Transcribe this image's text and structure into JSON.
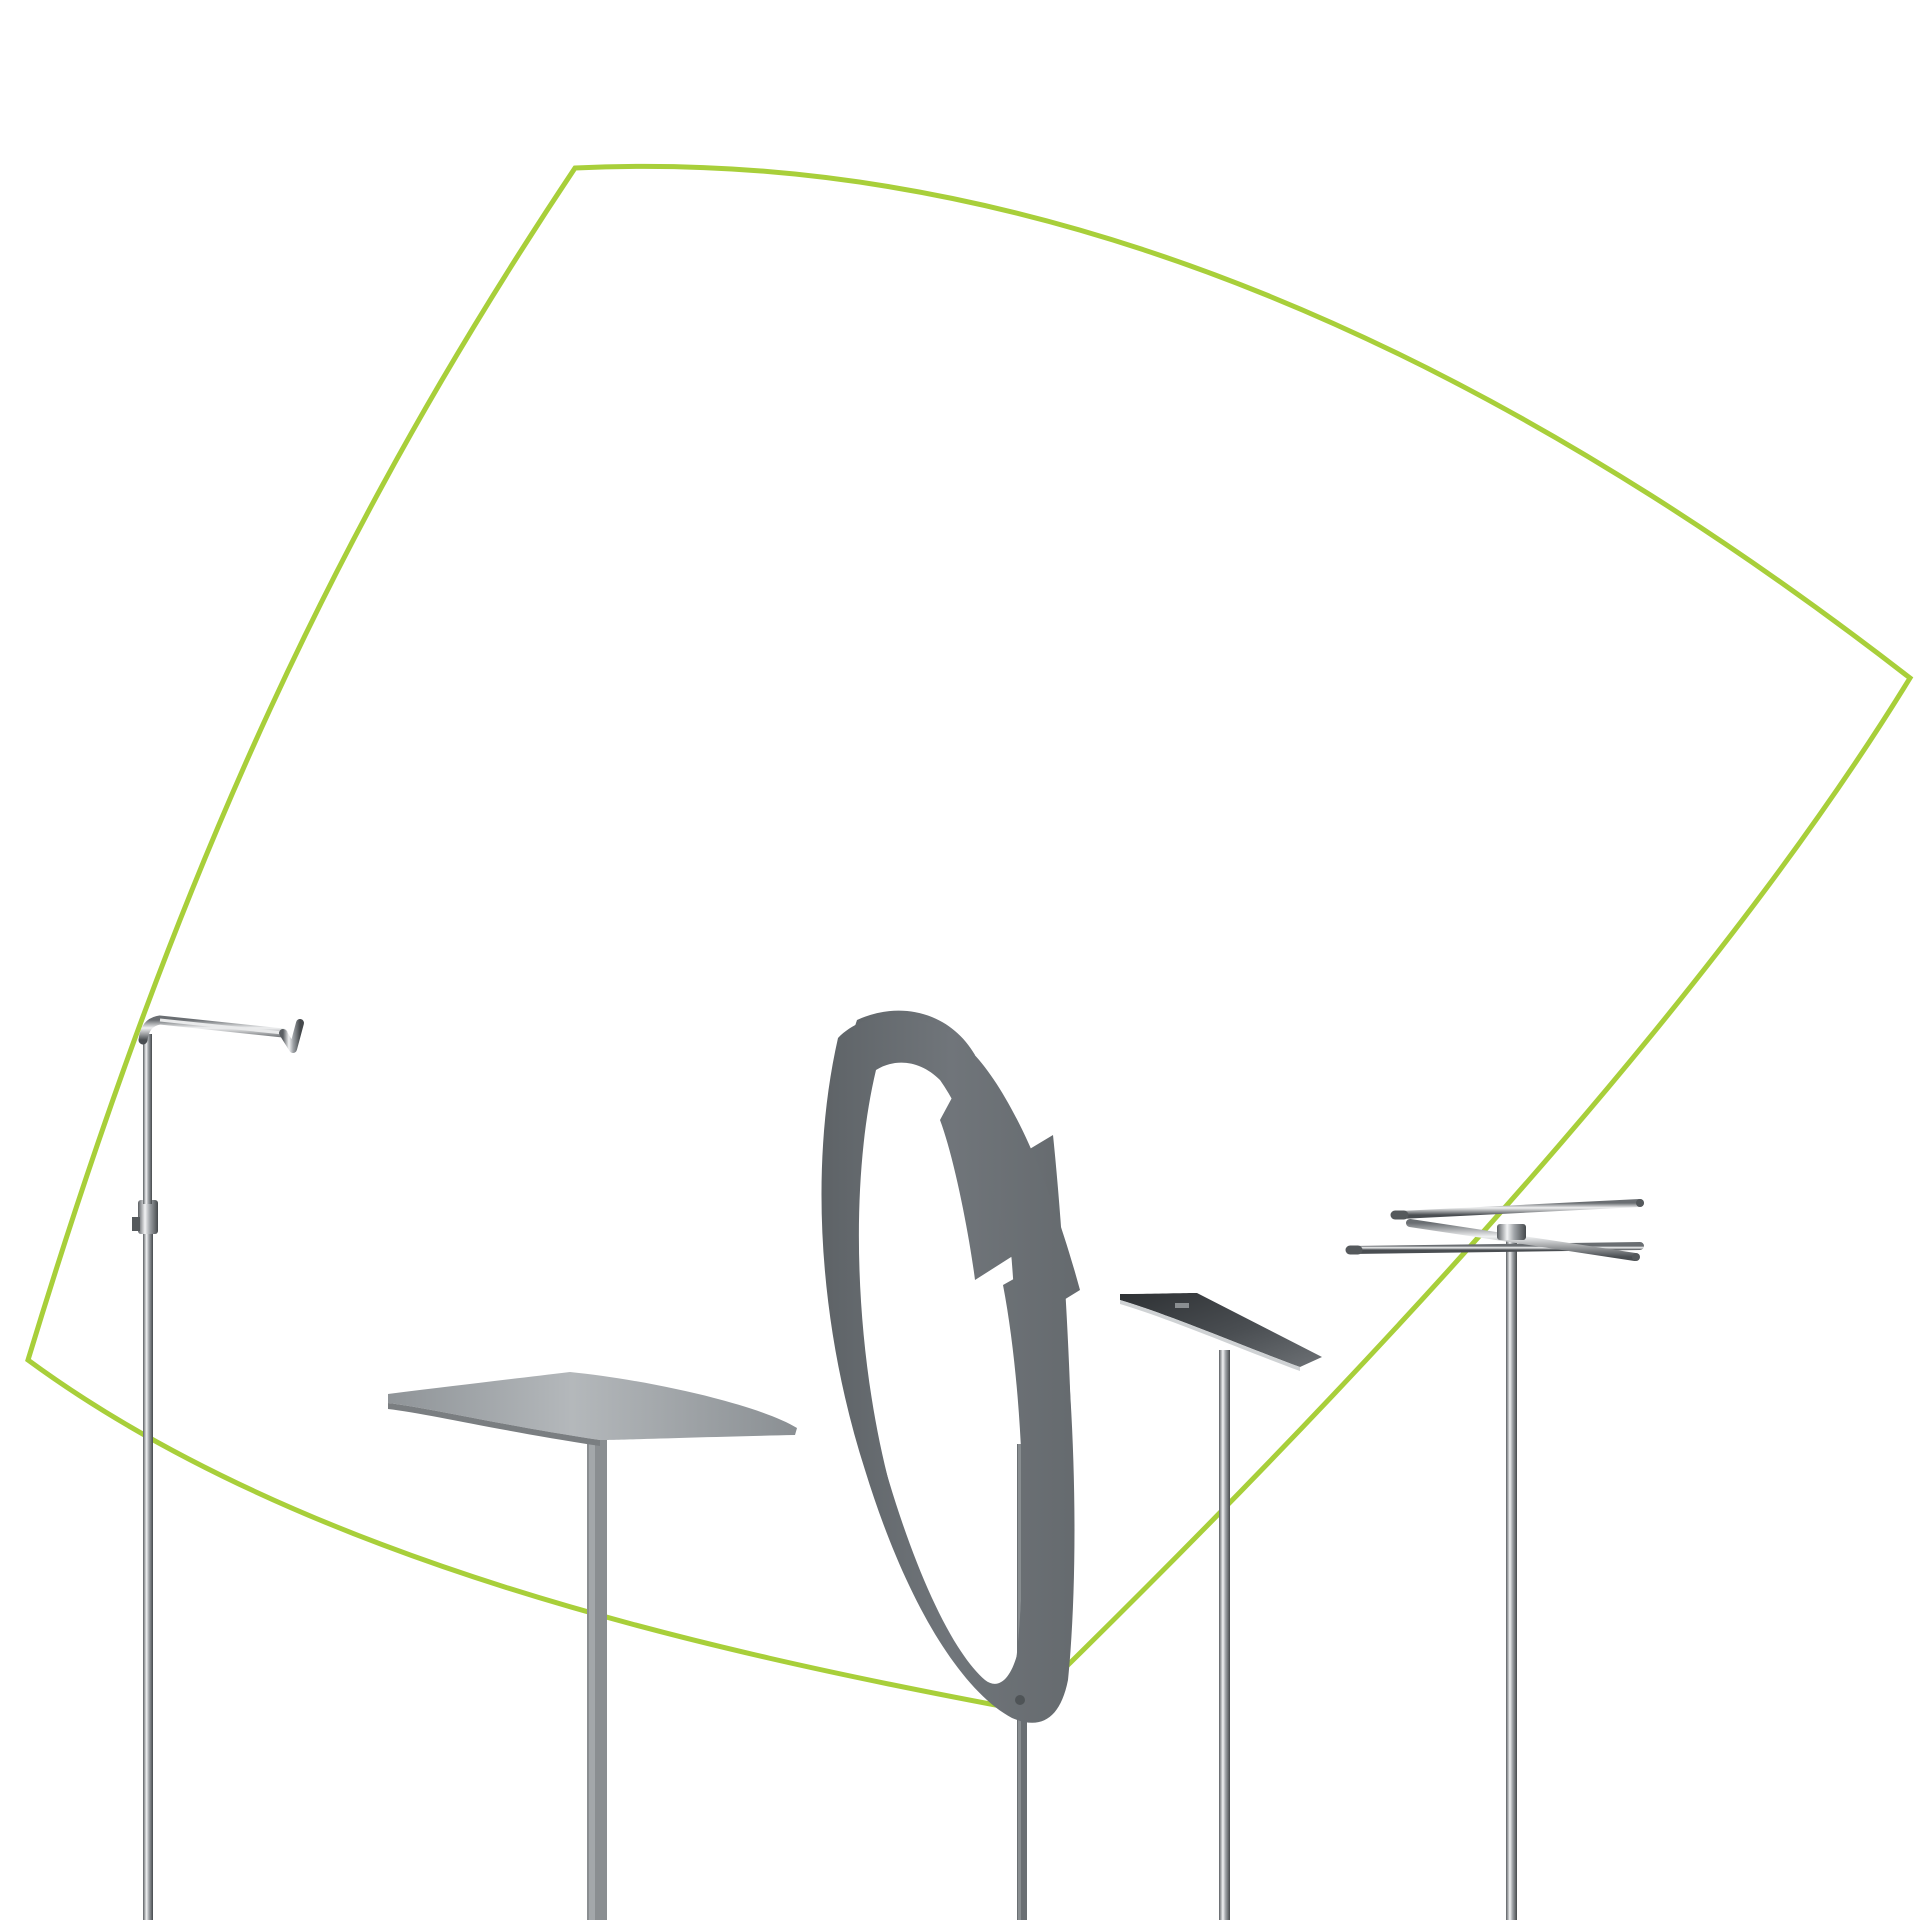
{
  "scene": {
    "background_color": "#ffffff",
    "accent_outline_color": "#a8cf3a",
    "metal_gray_color": "#6b7175",
    "light_gray_color": "#9a9fa3",
    "chrome_dark_color": "#3a3d40",
    "chrome_light_color": "#e6e8ea",
    "products": [
      {
        "name": "adjustable-hook-stand"
      },
      {
        "name": "table-riser-stand"
      },
      {
        "name": "ring-bracelet-stand"
      },
      {
        "name": "tilted-plate-stand"
      },
      {
        "name": "cross-bar-stand"
      }
    ]
  }
}
